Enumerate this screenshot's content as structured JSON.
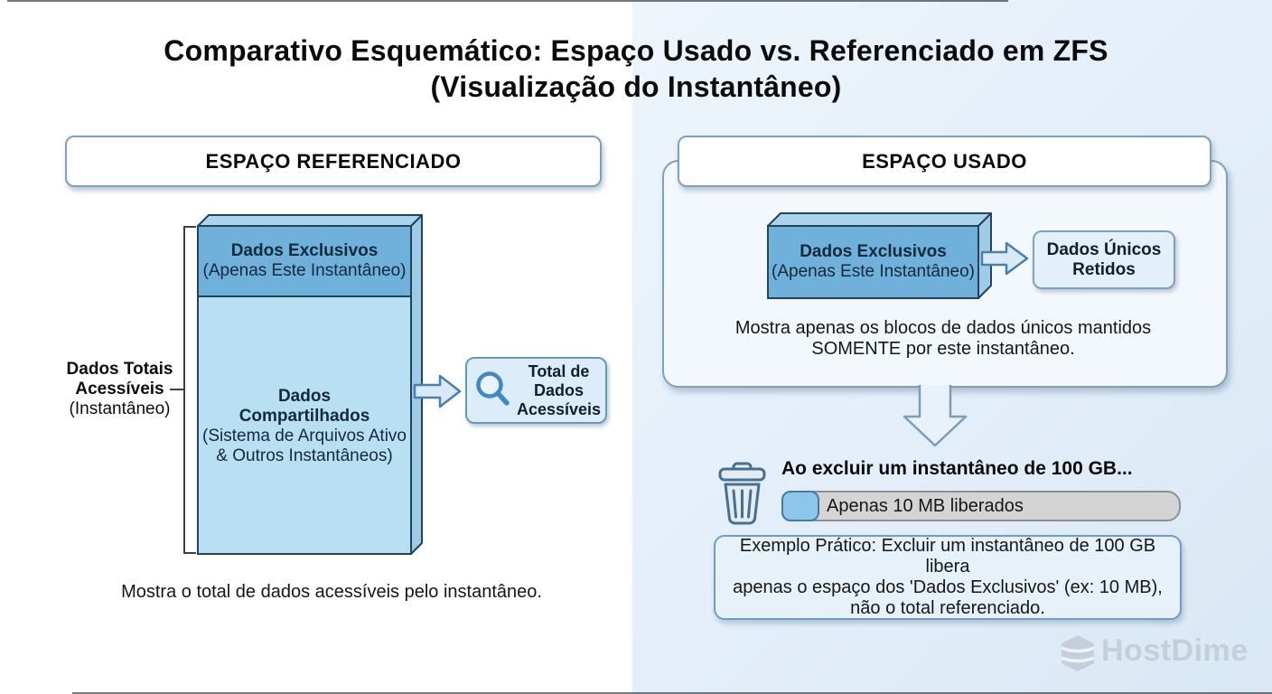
{
  "title": {
    "lines": [
      "Comparativo Esquemático: Espaço Usado vs. Referenciado em ZFS",
      "(Visualização do Instantâneo)"
    ]
  },
  "left_panel": {
    "header": "ESPAÇO REFERENCIADO",
    "total_label": {
      "bold_lines": [
        "Dados Totais",
        "Acessíveis"
      ],
      "sub": "(Instantâneo)"
    },
    "exclusive_block": {
      "title": "Dados Exclusivos",
      "subtitle": "(Apenas Este Instantâneo)"
    },
    "shared_block": {
      "title_lines": [
        "Dados",
        "Compartilhados"
      ],
      "subtitle_lines": [
        "(Sistema de Arquivos Ativo",
        "& Outros Instantâneos)"
      ]
    },
    "result_box": {
      "icon": "magnifier-icon",
      "lines": [
        "Total de",
        "Dados",
        "Acessíveis"
      ]
    },
    "caption": "Mostra o total de dados acessíveis pelo instantâneo."
  },
  "right_panel": {
    "header": "ESPAÇO USADO",
    "exclusive_block": {
      "title": "Dados Exclusivos",
      "subtitle": "(Apenas Este Instantâneo)"
    },
    "result_box": {
      "lines": [
        "Dados Únicos",
        "Retidos"
      ]
    },
    "description_lines": [
      "Mostra apenas os blocos de dados únicos mantidos",
      "SOMENTE por este instantâneo."
    ],
    "deletion": {
      "icon": "trash-icon",
      "headline": "Ao excluir um instantâneo de 100 GB...",
      "progress": {
        "label": "Apenas 10 MB liberados",
        "filled_fraction": 0.08
      }
    },
    "example_box_lines": [
      "Exemplo Prático: Excluir um instantâneo de 100 GB libera",
      "apenas o espaço dos 'Dados Exclusivos' (ex: 10 MB),",
      "não o total referenciado."
    ]
  },
  "branding": {
    "name": "HostDime",
    "icon": "hostdime-hexagon-icon"
  },
  "colors": {
    "right_background": "#e8f1f9",
    "block_front": "#6fb1da",
    "block_top": "#a9d4ec",
    "block_side": "#9ecbe7",
    "block_outline": "#24425c",
    "light_block_front": "#b9dff2",
    "arrow_fill": "#d8eaf8",
    "arrow_stroke": "#4a80ab",
    "card_fill": "#f3f8fc",
    "card_border": "#7fa0bc",
    "progress_track": "#d4d4d4",
    "progress_fill": "#8cc6ea",
    "logo_gray": "#c5cfd9"
  }
}
